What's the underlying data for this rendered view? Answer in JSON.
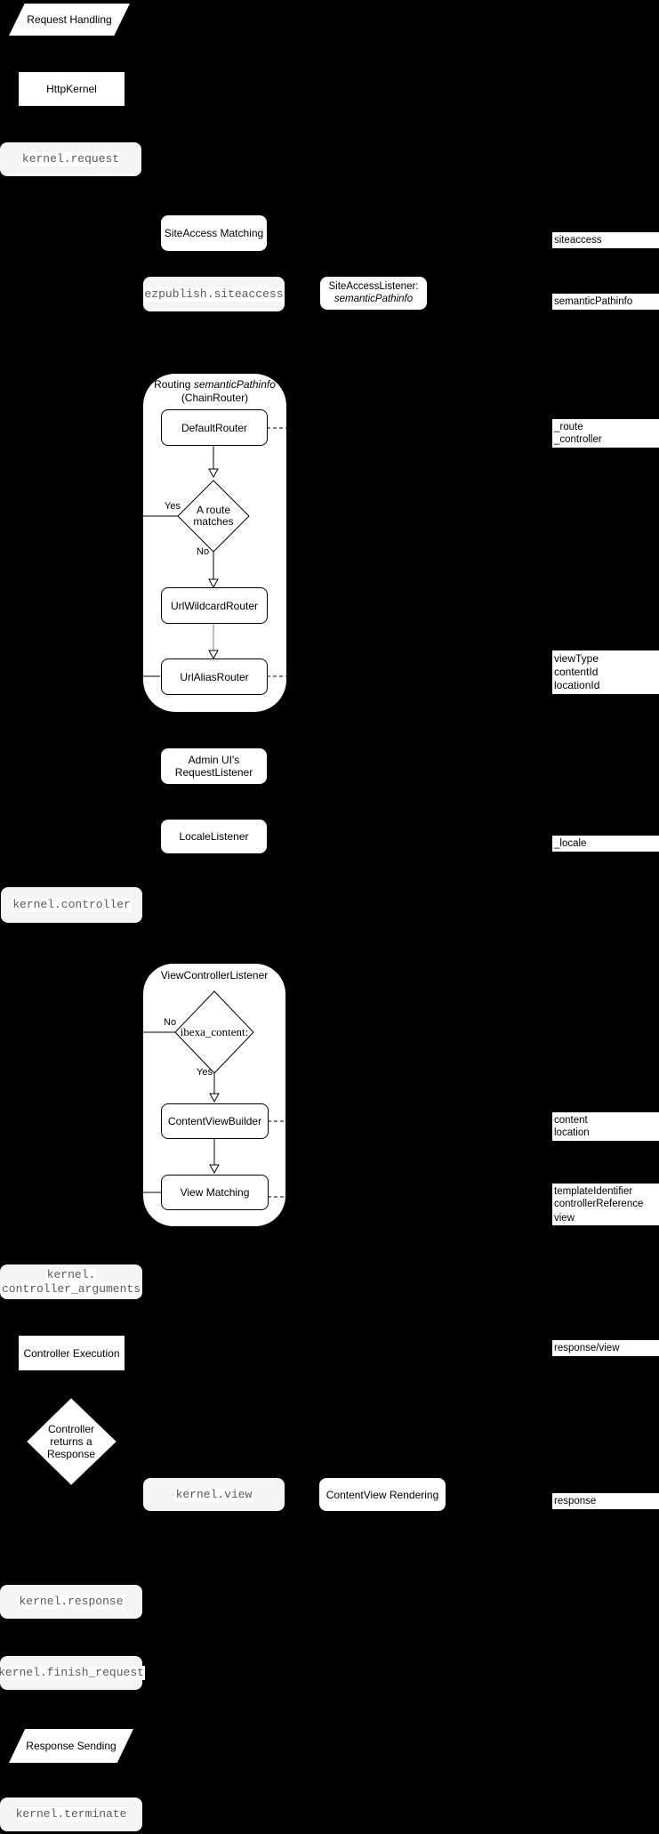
{
  "colors": {
    "bg": "#000000",
    "node-fill": "#ffffff",
    "event-fill": "#f5f5f5",
    "event-text": "#595959",
    "line": "#000000",
    "gray-line": "#808080"
  },
  "nodes": {
    "request_handling": "Request Handling",
    "http_kernel": "HttpKernel",
    "siteaccess_matching": "SiteAccess Matching",
    "siteaccess_listener": {
      "line1": "SiteAccessListener:",
      "line2": "semanticPathinfo"
    },
    "routing": {
      "title_prefix": "Routing",
      "title_italic": "semanticPathinfo",
      "title_line2": "(ChainRouter)",
      "default_router": "DefaultRouter",
      "decision_line1": "A route",
      "decision_line2": "matches",
      "yes": "Yes",
      "no": "No",
      "url_wildcard_router": "UrlWildcardRouter",
      "url_alias_router": "UrlAliasRouter"
    },
    "admin_ui": {
      "line1": "Admin UI's",
      "line2": "RequestListener"
    },
    "locale_listener": "LocaleListener",
    "view_controller": {
      "title": "ViewControllerListener",
      "decision": "ibexa_content:",
      "no": "No",
      "yes": "Yes",
      "content_view_builder": "ContentViewBuilder",
      "view_matching": "View Matching"
    },
    "controller_execution": "Controller Execution",
    "controller_returns": {
      "line1": "Controller",
      "line2": "returns a",
      "line3": "Response"
    },
    "content_view_rendering": "ContentView Rendering",
    "response_sending": "Response Sending"
  },
  "events": {
    "kernel_request": "kernel.request",
    "ezpublish_siteaccess": "ezpublish.siteaccess",
    "kernel_controller": "kernel.controller",
    "kernel_controller_arguments": {
      "line1": "kernel.",
      "line2": "controller_arguments"
    },
    "kernel_view": "kernel.view",
    "kernel_response": "kernel.response",
    "kernel_finish_request": "kernel.finish_request",
    "kernel_terminate": "kernel.terminate"
  },
  "side_labels": {
    "siteaccess": "siteaccess",
    "semantic_pathinfo": "semanticPathinfo",
    "route": "_route",
    "controller": "_controller",
    "view_type": "viewType",
    "content_id": "contentId",
    "location_id": "locationId",
    "locale": "_locale",
    "content": "content",
    "location": "location",
    "template_identifier": "templateIdentifier",
    "controller_reference": "controllerReference",
    "view": "view",
    "response_view": "response/view",
    "response": "response"
  }
}
